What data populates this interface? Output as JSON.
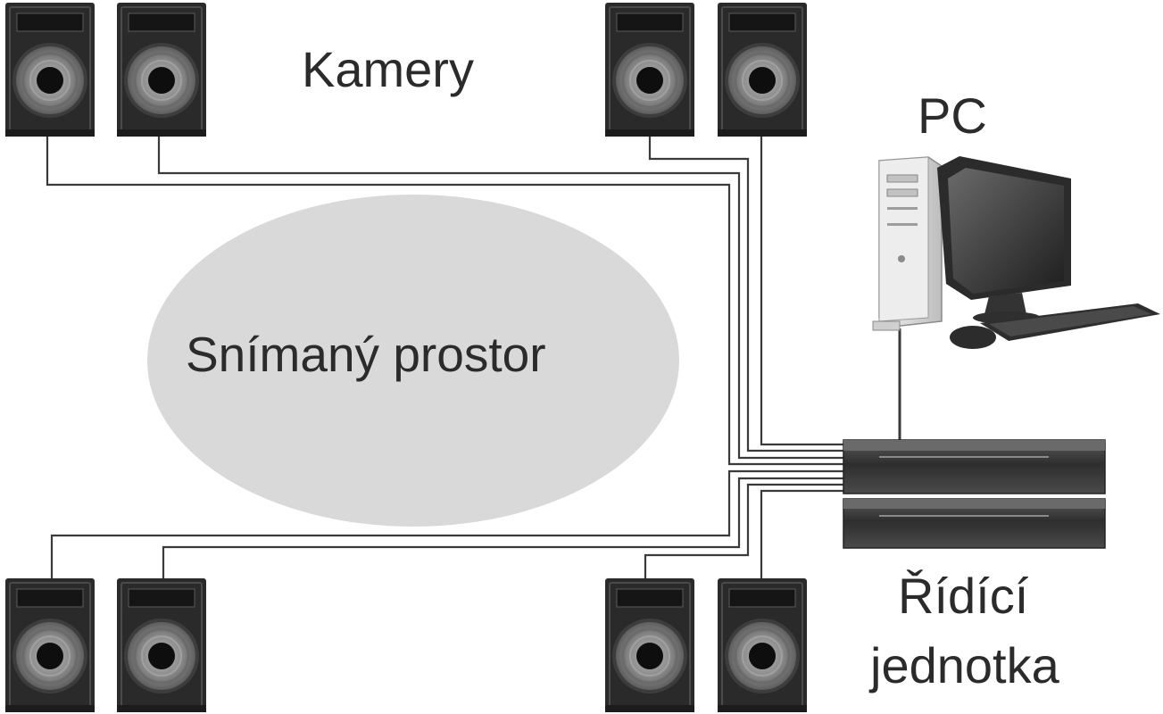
{
  "labels": {
    "cameras": "Kamery",
    "pc": "PC",
    "captured_space": "Snímaný prostor",
    "control_unit_line1": "Řídící",
    "control_unit_line2": "jednotka"
  },
  "colors": {
    "ellipse": "#d9d9d9",
    "cable": "#3a3a3a",
    "camera_body": "#2a2a2a",
    "unit_body": "#3b3b3b"
  },
  "icons": {
    "camera": "camera-speaker-icon",
    "pc": "desktop-computer-icon",
    "unit": "control-unit-icon"
  }
}
